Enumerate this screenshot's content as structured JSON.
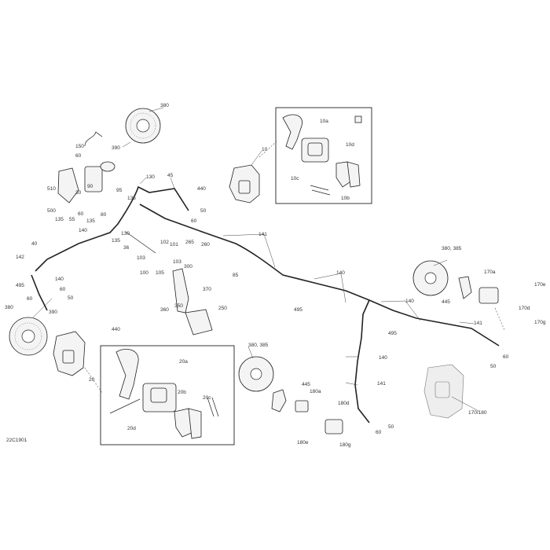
{
  "diagram_id": "22C1901",
  "callouts": {
    "c380a": "380",
    "c390a": "390",
    "c150": "150",
    "c60a": "60",
    "c130a": "130",
    "c45": "45",
    "c510": "510",
    "c90": "90",
    "c30": "30",
    "c95": "95",
    "c135a": "135",
    "c440a": "440",
    "c50a": "50",
    "c60b": "60",
    "c500": "500",
    "c135b": "135",
    "c55": "55",
    "c60c": "60",
    "c135c": "135",
    "c80": "80",
    "c130b": "130",
    "c140a": "140",
    "c135d": "135",
    "c40": "40",
    "c36": "36",
    "c102": "102",
    "c265": "265",
    "c142": "142",
    "c103a": "103",
    "c101": "101",
    "c260": "260",
    "c103b": "103",
    "c100": "100",
    "c105": "105",
    "c300": "300",
    "c495a": "495",
    "c60d": "60",
    "c60e": "60",
    "c50b": "50",
    "c370": "370",
    "c350": "350",
    "c360": "360",
    "c250": "250",
    "c380b": "380",
    "c390b": "390",
    "c440b": "440",
    "c20": "20",
    "c10": "10",
    "c10a": "10a",
    "c10d": "10d",
    "c10c": "10c",
    "c10b": "10b",
    "c141a": "141",
    "c85": "85",
    "c140b": "140",
    "c495b": "495",
    "c380_385a": "380, 385",
    "c170a": "170a",
    "c170e": "170e",
    "c445a": "445",
    "c170d": "170d",
    "c170g": "170g",
    "c140c": "140",
    "c141b": "141",
    "c495c": "495",
    "c60f": "60",
    "c50c": "50",
    "c140d": "140",
    "c141c": "141",
    "c170_180": "170/180",
    "c20a": "20a",
    "c20b": "20b",
    "c20c": "20c",
    "c20d": "20d",
    "c380_385b": "380, 385",
    "c445b": "445",
    "c180a": "180a",
    "c180d": "180d",
    "c60g": "60",
    "c50d": "50",
    "c180e": "180e",
    "c180g": "180g"
  }
}
